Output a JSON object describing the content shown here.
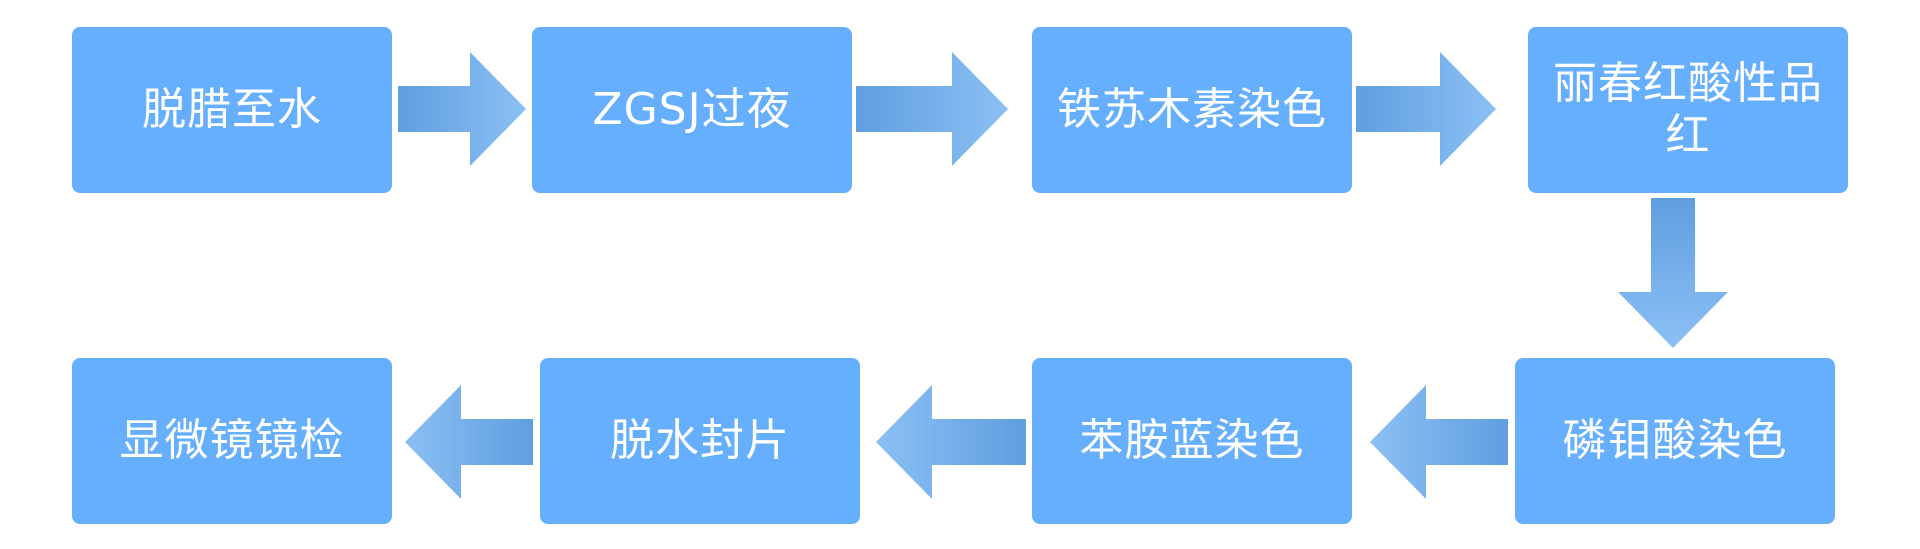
{
  "steps": [
    {
      "label": "脱腊至水"
    },
    {
      "label": "ZGSJ过夜"
    },
    {
      "label": "铁苏木素染色"
    },
    {
      "label": "丽春红酸性品红"
    },
    {
      "label": "磷钼酸染色"
    },
    {
      "label": "苯胺蓝染色"
    },
    {
      "label": "脱水封片"
    },
    {
      "label": "显微镜镜检"
    }
  ],
  "colors": {
    "box_fill": "#66afff",
    "box_text": "#ffffff",
    "arrow_dark": "#5f9ee0",
    "arrow_light": "#8cc0f4"
  }
}
